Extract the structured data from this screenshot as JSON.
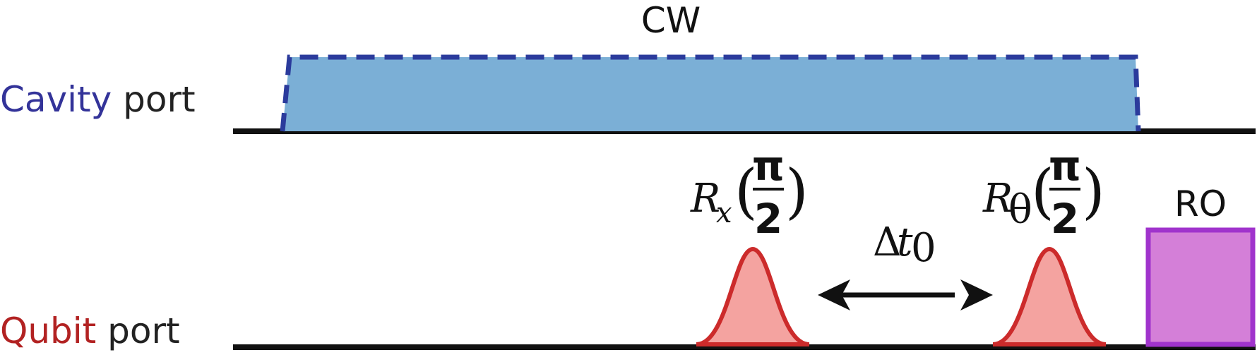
{
  "cavity": {
    "name": "Cavity",
    "suffix": " port",
    "color": "#333399",
    "pulse_label": "CW",
    "fill": "#7bafd6",
    "border": "#2b3b9c"
  },
  "qubit": {
    "name": "Qubit",
    "suffix": " port",
    "color": "#b22222",
    "pulse_fill": "#f4a3a0",
    "pulse_stroke": "#cc2b2b"
  },
  "pulses": {
    "first": {
      "symbol": "R",
      "subscript": "x",
      "numerator": "π",
      "denominator": "2"
    },
    "second": {
      "symbol": "R",
      "subscript": "θ",
      "numerator": "π",
      "denominator": "2"
    }
  },
  "delay": {
    "delta": "Δ",
    "symbol": "t",
    "subscript": "0"
  },
  "readout": {
    "label": "RO",
    "fill": "#d47fd8",
    "border": "#a033cc"
  }
}
